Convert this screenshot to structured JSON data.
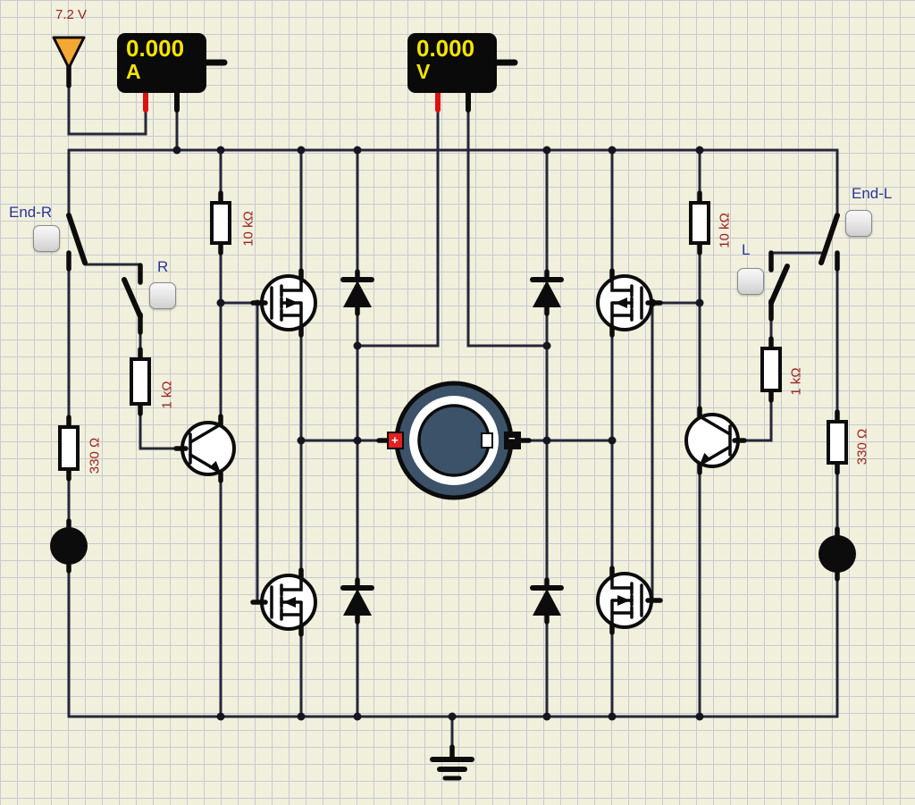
{
  "app": {
    "type": "circuit-simulator-canvas"
  },
  "source": {
    "label": "7.2 V"
  },
  "meters": {
    "ammeter": {
      "value": "0.000",
      "unit": "A"
    },
    "voltmeter": {
      "value": "0.000",
      "unit": "V"
    }
  },
  "switches": {
    "end_r": {
      "label": "End-R"
    },
    "r": {
      "label": "R"
    },
    "l": {
      "label": "L"
    },
    "end_l": {
      "label": "End-L"
    }
  },
  "resistors": {
    "left_pullup": {
      "label": "10 kΩ"
    },
    "left_base": {
      "label": "1 kΩ"
    },
    "left_lamp": {
      "label": "330 Ω"
    },
    "right_pullup": {
      "label": "10 kΩ"
    },
    "right_base": {
      "label": "1 kΩ"
    },
    "right_lamp": {
      "label": "330 Ω"
    }
  },
  "motor": {
    "plus": "+",
    "minus": "−"
  },
  "colors": {
    "background": "#f0f0dc",
    "grid_line": "#c9c9d2",
    "wire": "#26263a",
    "component": "#0c0c0c",
    "label_value": "#9b2121",
    "label_switch": "#28359c",
    "meter_text": "#f5e400",
    "meter_body": "#0a0a0a",
    "probe_red": "#dd1111",
    "source_orange": "#f5a733",
    "motor_body": "#3c5268",
    "motor_plus": "#e02222",
    "button_face": "#e8e8e8"
  }
}
